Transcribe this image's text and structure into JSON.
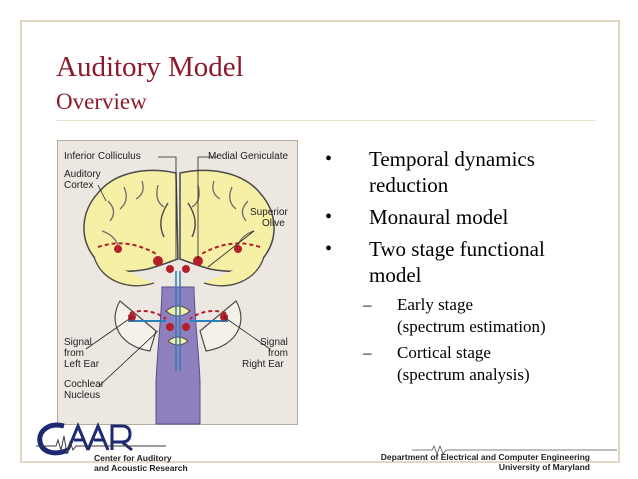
{
  "slide": {
    "title": "Auditory Model",
    "subtitle": "Overview"
  },
  "figure": {
    "labels": {
      "inferior_colliculus": "Inferior Colliculus",
      "auditory_cortex_1": "Auditory",
      "auditory_cortex_2": "Cortex",
      "medial_geniculate": "Medial Geniculate",
      "superior_olive_1": "Superior",
      "superior_olive_2": "Olive",
      "signal_left_1": "Signal",
      "signal_left_2": "from",
      "signal_left_3": "Left Ear",
      "cochlear_1": "Cochlear",
      "cochlear_2": "Nucleus",
      "signal_right_1": "Signal",
      "signal_right_2": "from",
      "signal_right_3": "Right Ear"
    },
    "colors": {
      "brain": "#f6efa6",
      "brain_outline": "#4a4a4a",
      "nuclei": "#b3202a",
      "stem": "#8f7fbf",
      "pathway_blue": "#2d7fb8"
    }
  },
  "bullets": [
    {
      "text_1": "Temporal dynamics",
      "text_2": "reduction"
    },
    {
      "text_1": "Monaural model"
    },
    {
      "text_1": "Two stage functional",
      "text_2": "model"
    }
  ],
  "sub_bullets": [
    {
      "text_1": "Early stage",
      "text_2": "(spectrum estimation)"
    },
    {
      "text_1": "Cortical stage",
      "text_2": "(spectrum analysis)"
    }
  ],
  "logo": {
    "line_1": "Center for Auditory",
    "line_2": "and Acoustic Research"
  },
  "footer": {
    "line_1": "Department of Electrical and Computer Engineering",
    "line_2": "University of Maryland"
  },
  "colors": {
    "title": "#8b1a2b",
    "frame": "#e2d7c3"
  }
}
